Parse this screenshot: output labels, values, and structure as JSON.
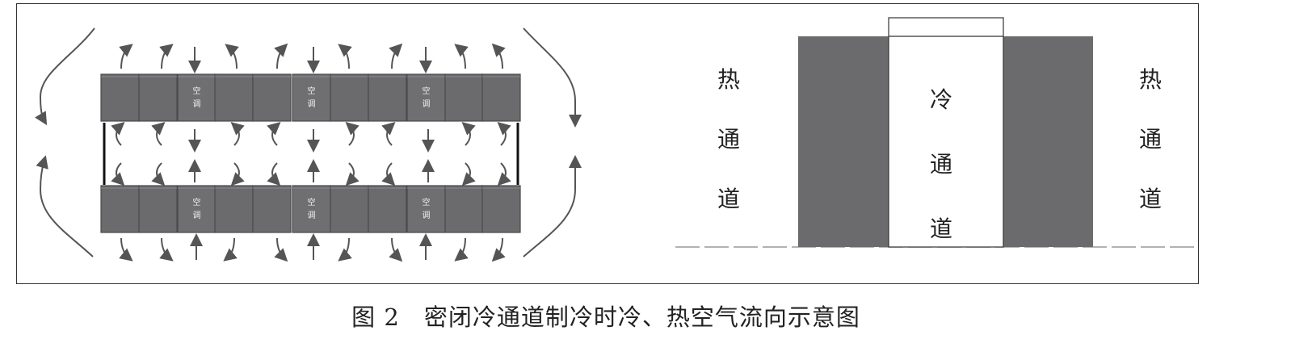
{
  "left_diagram": {
    "ac_unit_label": "空\n调"
  },
  "right_diagram": {
    "hot_aisle_left": [
      "热",
      "通",
      "道"
    ],
    "cold_aisle": [
      "冷",
      "通",
      "道"
    ],
    "hot_aisle_right": [
      "热",
      "通",
      "道"
    ]
  },
  "caption": "图 2　密闭冷通道制冷时冷、热空气流向示意图",
  "colors": {
    "rack": "#6b6b6d",
    "rack_dark": "#4a4a4c",
    "arrow": "#555555",
    "frame": "#333333"
  }
}
